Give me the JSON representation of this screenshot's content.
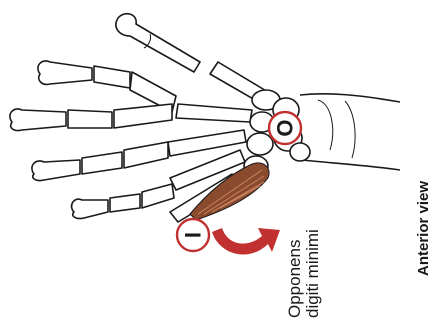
{
  "view_label": "Anterior view",
  "muscle_name": {
    "line1": "Opponens",
    "line2": "digiti minimi"
  },
  "markers": {
    "origin": "O",
    "insertion": "I"
  },
  "colors": {
    "marker_ring": "#c0312f",
    "arrow": "#c0312f",
    "muscle": "#8a4a2e",
    "muscle_highlight": "#c98560",
    "bone_outline": "#1a1a1a"
  },
  "icons": {
    "arrow": "curved-action-arrow-icon"
  }
}
